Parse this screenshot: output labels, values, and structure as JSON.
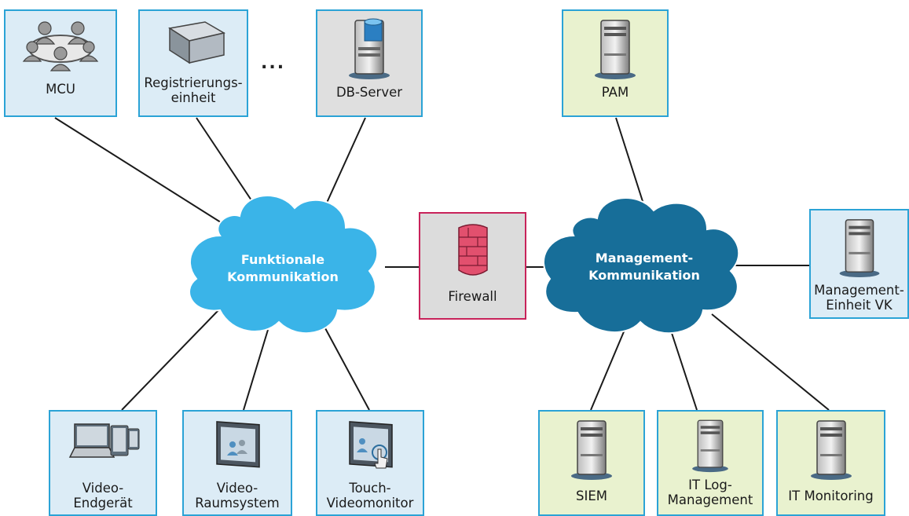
{
  "colors": {
    "node_border": "#2ba3d6",
    "node_bg_blue": "#dcecf6",
    "node_bg_gray": "#dfdfdf",
    "node_bg_green": "#e9f2cf",
    "firewall_border": "#c8235a",
    "cloud_functional": "#3ab4e8",
    "cloud_management": "#176e99",
    "connector": "#1a1a1a"
  },
  "clouds": {
    "functional": "Funktionale\nKommunikation",
    "management": "Management-\nKommunikation"
  },
  "nodes": {
    "mcu": {
      "label": "MCU",
      "icon": "users-group-icon"
    },
    "registration": {
      "label": "Registrierungs-\neinheit",
      "icon": "box-appliance-icon"
    },
    "db_server": {
      "label": "DB-Server",
      "icon": "database-server-icon"
    },
    "pam": {
      "label": "PAM",
      "icon": "server-icon"
    },
    "firewall": {
      "label": "Firewall",
      "icon": "firewall-icon"
    },
    "mgmt_unit": {
      "label": "Management-\nEinheit VK",
      "icon": "server-icon"
    },
    "video_endpoint": {
      "label": "Video-\nEndgerät",
      "icon": "laptop-tablet-icon"
    },
    "video_room": {
      "label": "Video-\nRaumsystem",
      "icon": "display-icon"
    },
    "touch_monitor": {
      "label": "Touch-\nVideomonitor",
      "icon": "touch-display-icon"
    },
    "siem": {
      "label": "SIEM",
      "icon": "server-icon"
    },
    "it_log": {
      "label": "IT Log-\nManagement",
      "icon": "server-icon"
    },
    "it_monitoring": {
      "label": "IT Monitoring",
      "icon": "server-icon"
    }
  },
  "ellipsis": "..."
}
